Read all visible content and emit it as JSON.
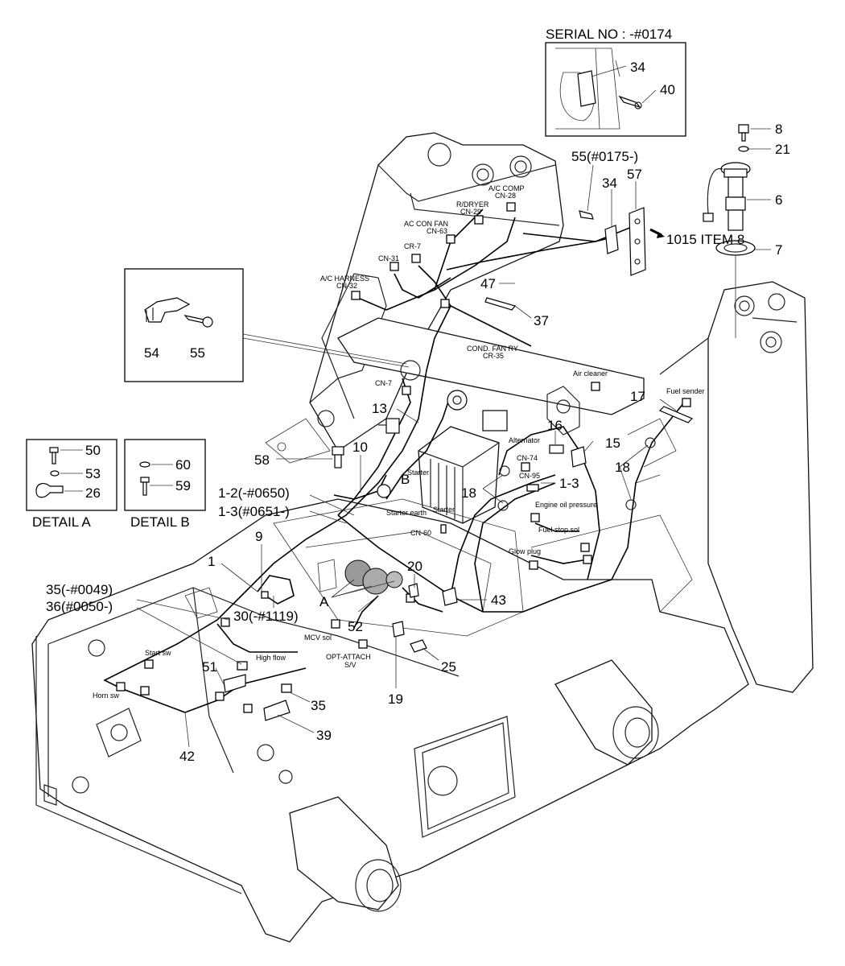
{
  "title": "SERIAL NO : -#0174",
  "details": {
    "a_caption": "DETAIL A",
    "b_caption": "DETAIL B",
    "a_parts": [
      "50",
      "53",
      "26"
    ],
    "b_parts": [
      "60",
      "59"
    ],
    "inset_left_parts": [
      "54",
      "55"
    ],
    "inset_top_parts": [
      "34",
      "40"
    ]
  },
  "callouts": {
    "c8": "8",
    "c21": "21",
    "c6": "6",
    "c7": "7",
    "c55b": "55(#0175-)",
    "c34": "34",
    "c57": "57",
    "c1015": "1015 ITEM 8",
    "c47": "47",
    "c37": "37",
    "c13": "13",
    "c10": "10",
    "cB": "B",
    "c58": "58",
    "c17": "17",
    "c16": "16",
    "c15": "15",
    "c18a": "18",
    "c18b": "18",
    "c13b": "1-3",
    "c12": "1-2(-#0650)",
    "c13c": "1-3(#0651-)",
    "c9": "9",
    "c1": "1",
    "c20": "20",
    "cA": "A",
    "c43": "43",
    "c35a": "35(-#0049)",
    "c36": "36(#0050-)",
    "c30": "30(-#1119)",
    "c52": "52",
    "c25": "25",
    "c19": "19",
    "c51": "51",
    "c35": "35",
    "c39": "39",
    "c42": "42"
  },
  "labels": {
    "ac_comp": "A/C COMP",
    "cn28": "CN-28",
    "rdryer": "R/DRYER",
    "cn29": "CN-29",
    "ac_con_fan": "AC CON FAN",
    "cn63": "CN-63",
    "cr7": "CR-7",
    "cn31": "CN-31",
    "ac_harness": "A/C HARNESS",
    "cn32": "CN-32",
    "cond_fan": "COND. FAN RY",
    "cr35": "CR-35",
    "cn7": "CN-7",
    "air_cleaner": "Air cleaner",
    "fuel_sender": "Fuel sender",
    "alternator": "Alternator",
    "cn74": "CN-74",
    "cn95": "CN-95",
    "starter1": "Starter",
    "starter2": "Starter",
    "starter_earth": "Starter earth",
    "cn60": "CN-60",
    "engine_oil": "Engine oil pressure",
    "fuel_stop": "Fuel stop sol",
    "glow": "Glow plug",
    "mcv": "MCV sol",
    "opt": "OPT-ATTACH",
    "sv": "S/V",
    "high_flow": "High flow",
    "start_sw": "Start sw",
    "horn_sw": "Horn sw"
  }
}
